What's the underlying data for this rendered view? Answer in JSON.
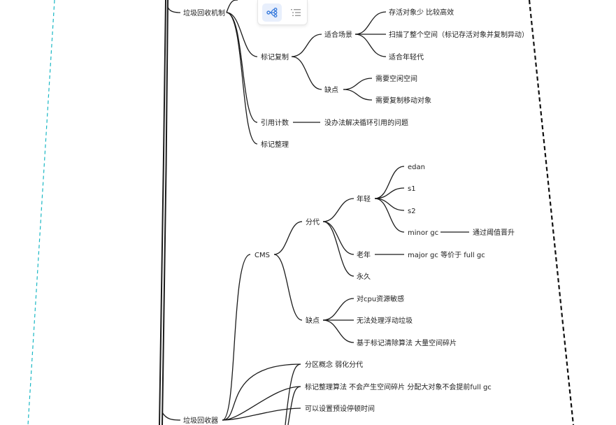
{
  "toolbar": {
    "buttons": [
      {
        "icon": "mindmap-icon",
        "active": true
      },
      {
        "icon": "outline-list-icon",
        "active": false
      }
    ],
    "accent": "#3b7ddd"
  },
  "colors": {
    "guide_dashed": "#19b7c4",
    "line": "#1b1b1b",
    "frame_dashed": "#111111"
  },
  "mindmap": {
    "gc_mechanism": {
      "label": "垃圾回收机制",
      "copying": {
        "label": "标记复制",
        "scenario": {
          "label": "适合场景",
          "items": [
            "存活对象少 比较高效",
            "扫描了整个空间（标记存活对象并复制异动）",
            "适合年轻代"
          ]
        },
        "cons": {
          "label": "缺点",
          "items": [
            "需要空闲空间",
            "需要复制移动对象"
          ]
        }
      },
      "refcount": {
        "label": "引用计数",
        "note": "没办法解决循环引用的问题"
      },
      "compact": {
        "label": "标记整理"
      }
    },
    "collector": {
      "label": "垃圾回收器",
      "cms": {
        "label": "CMS",
        "generational": {
          "label": "分代",
          "young": {
            "label": "年轻",
            "items": [
              "edan",
              "s1",
              "s2",
              "minor gc"
            ],
            "minor_note": "通过阈值晋升"
          },
          "old": {
            "label": "老年",
            "note": "major gc 等价于 full gc"
          },
          "perm": {
            "label": "永久"
          }
        },
        "cons": {
          "label": "缺点",
          "items": [
            "对cpu资源敏感",
            "无法处理浮动垃圾",
            "基于标记清除算法 大量空间碎片"
          ]
        }
      },
      "g1_items": [
        "分区概念 弱化分代",
        "标记整理算法 不会产生空间碎片 分配大对象不会提前full gc",
        "可以设置预设停顿时间"
      ]
    }
  }
}
